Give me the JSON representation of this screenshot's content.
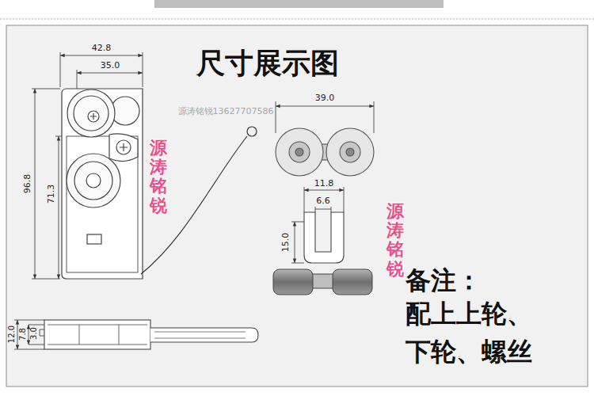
{
  "diagram": {
    "title": "尺寸展示图",
    "labels": [
      "42.8",
      "35.0",
      "96.8",
      "71.3",
      "39.0",
      "源涛铭锐13627707586",
      "11.8",
      "6.6",
      "15.0",
      "12.0",
      "7.8",
      "3.0",
      "备注：",
      "配上上轮、 下轮、螺丝",
      "源涛铭锐",
      "源涛铭锐"
    ]
  }
}
